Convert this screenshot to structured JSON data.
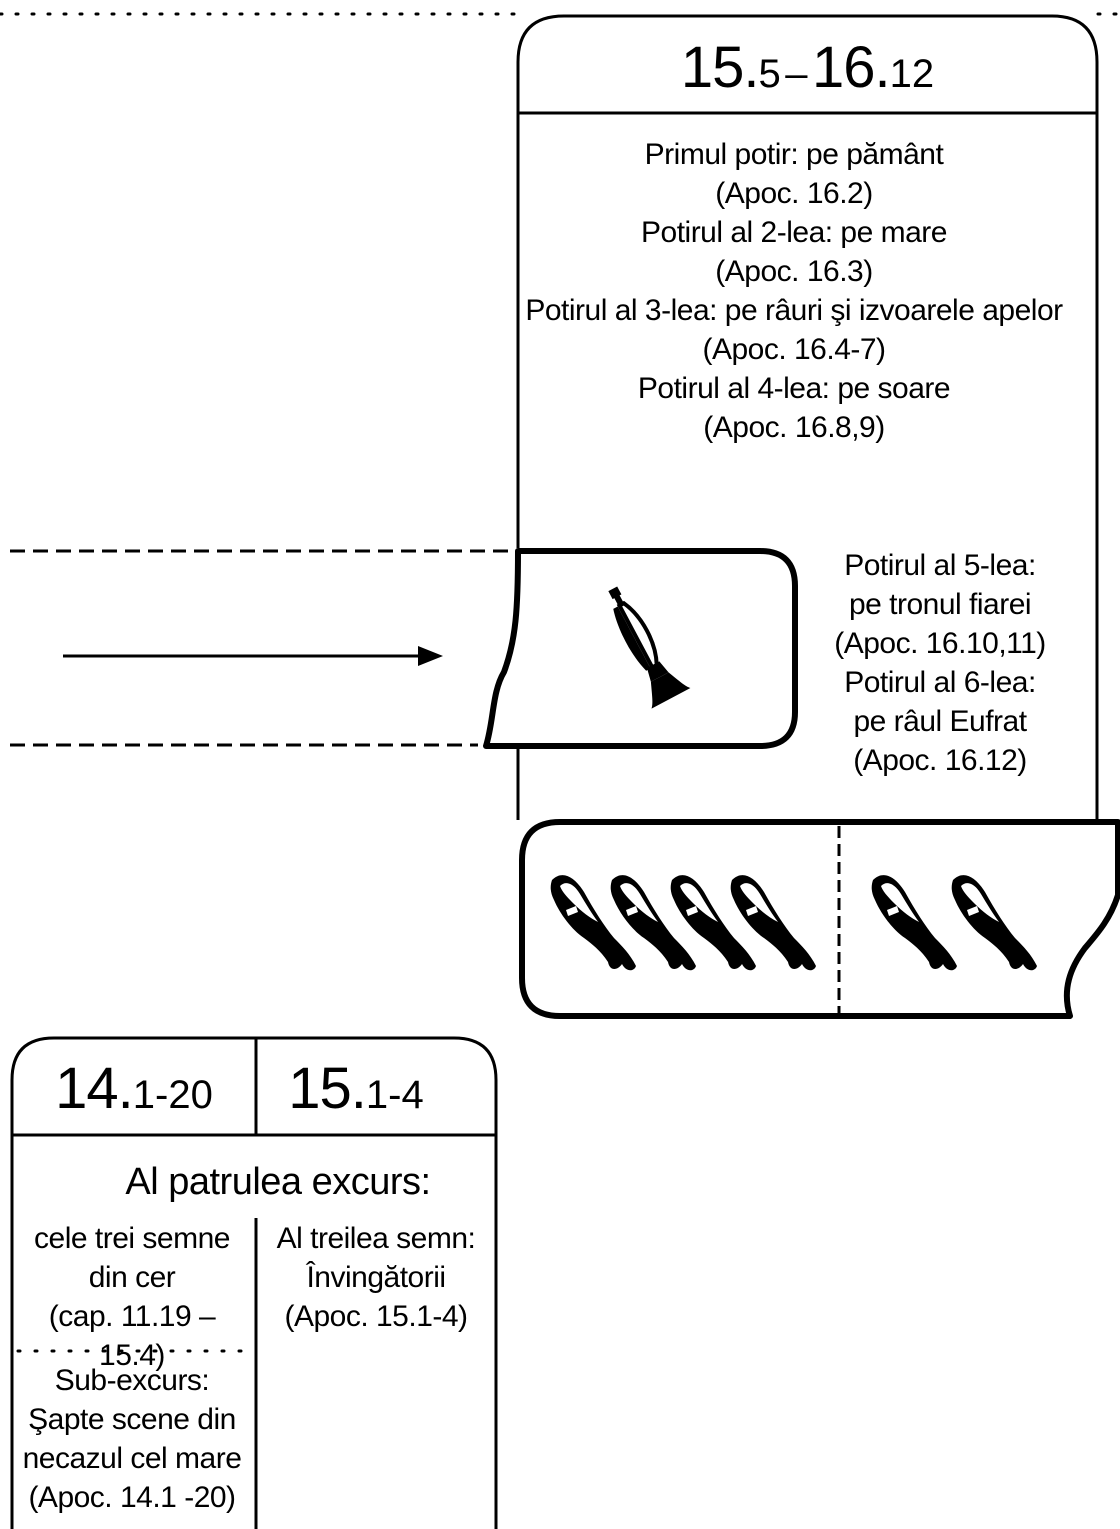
{
  "top_section": {
    "ref_main_start": "15.",
    "ref_sub_start": "5",
    "ref_dash": "–",
    "ref_main_end": "16.",
    "ref_sub_end": "12",
    "bowls_lines": [
      "Primul potir: pe pământ",
      "(Apoc. 16.2)",
      "Potirul al 2-lea: pe mare",
      "(Apoc. 16.3)",
      "Potirul al 3-lea: pe râuri şi izvoarele apelor",
      "(Apoc. 16.4-7)",
      "Potirul al 4-lea: pe soare",
      "(Apoc. 16.8,9)"
    ],
    "right_lines": [
      "Potirul al 5-lea:",
      "pe tronul fiarei",
      "(Apoc. 16.10,11)",
      "Potirul al 6-lea:",
      "pe râul Eufrat",
      "(Apoc. 16.12)"
    ],
    "trumpet_icon": "trumpet-icon",
    "bowl_icon": "bowl-icon",
    "bowls_left_count": 4,
    "bowls_right_count": 2
  },
  "bottom_section": {
    "ref_left_main": "14.",
    "ref_left_sub": "1-20",
    "ref_right_main": "15.",
    "ref_right_sub": "1-4",
    "title": "Al patrulea excurs:",
    "left_col_lines": [
      "cele trei semne",
      "din cer",
      "(cap. 11.19 – 15.4)"
    ],
    "sub_excurs_lines": [
      "Sub-excurs:",
      "Şapte scene din",
      "necazul cel mare",
      "(Apoc. 14.1 -20)"
    ],
    "right_col_lines": [
      "Al treilea semn:",
      "Învingătorii",
      "(Apoc. 15.1-4)"
    ]
  }
}
